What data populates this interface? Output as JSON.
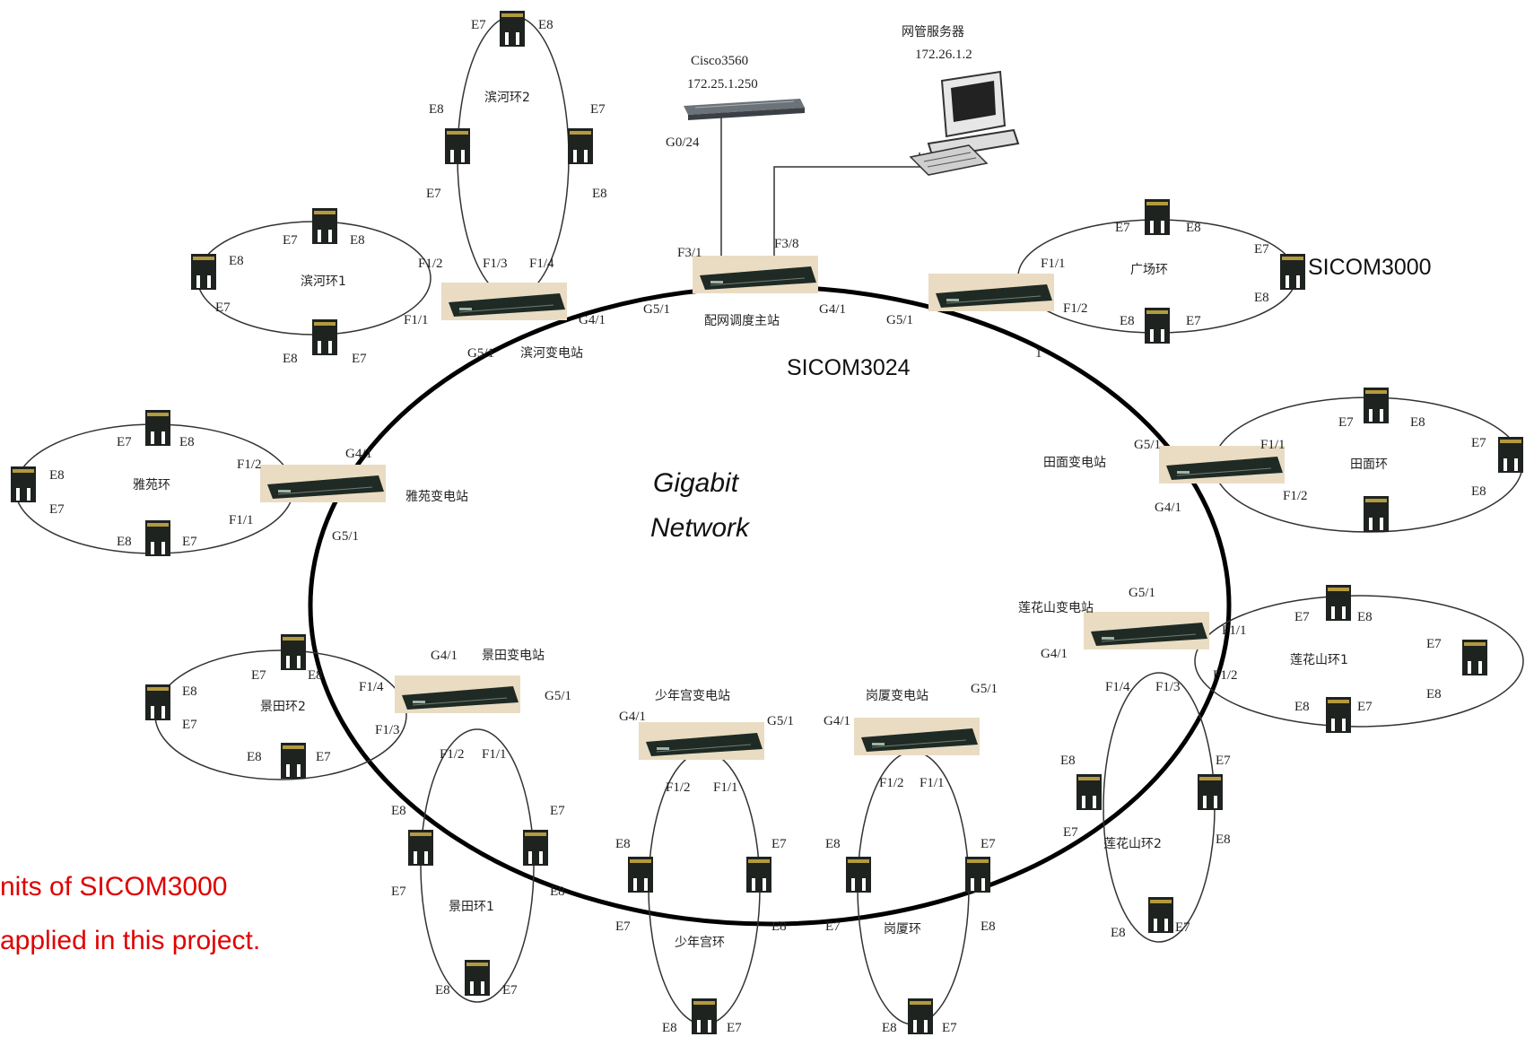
{
  "labels": {
    "sicom3000": "SICOM3000",
    "sicom3024": "SICOM3024",
    "gigabit_line1": "Gigabit",
    "gigabit_line2": "Network",
    "note_line1": "nits of SICOM3000",
    "note_line2": "applied in this project.",
    "cisco_name": "Cisco3560",
    "cisco_ip": "172.25.1.250",
    "cisco_port": "G0/24",
    "server_name": "网管服务器",
    "server_ip": "172.26.1.2",
    "main_station": "配网调度主站",
    "s_binhe": "滨河变电站",
    "s_yayuan": "雅苑变电站",
    "s_jingtian": "景田变电站",
    "s_shaonian": "少年宫变电站",
    "s_gangxia": "岗厦变电站",
    "s_lianhua": "莲花山变电站",
    "s_tianmian": "田面变电站",
    "r_binhe1": "滨河环1",
    "r_binhe2": "滨河环2",
    "r_guangchang": "广场环",
    "r_tianmian": "田面环",
    "r_lianhua1": "莲花山环1",
    "r_lianhua2": "莲花山环2",
    "r_gangxia": "岗厦环",
    "r_shaonian": "少年宫环",
    "r_jingtian1": "景田环1",
    "r_jingtian2": "景田环2",
    "r_yayuan": "雅苑环"
  },
  "ports": {
    "g41": "G4/1",
    "g51": "G5/1",
    "f11": "F1/1",
    "f12": "F1/2",
    "f13": "F1/3",
    "f14": "F1/4",
    "f31": "F3/1",
    "f38": "F3/8",
    "e7": "E7",
    "e8": "E8",
    "one": "1"
  },
  "colors": {
    "ring": "#000000",
    "accent": "#e00000",
    "switch_body": "#1f2a24",
    "switch_top": "#e9dcc3"
  }
}
